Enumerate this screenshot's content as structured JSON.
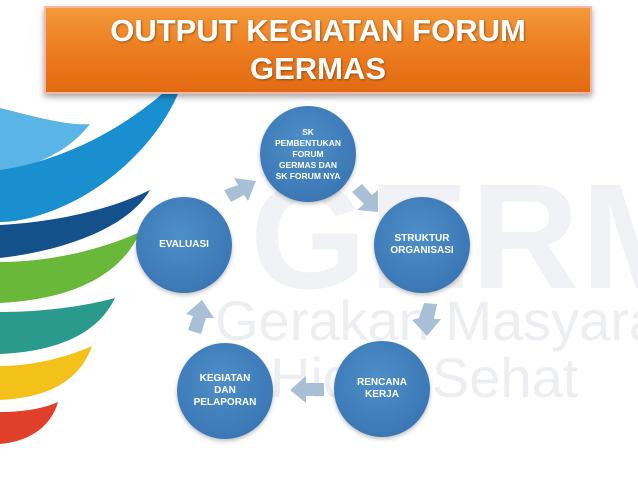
{
  "slide": {
    "title_lines": [
      "OUTPUT KEGIATAN FORUM",
      "GERMAS"
    ],
    "watermark": {
      "big": "GERMA",
      "line1": "Gerakan Masyara",
      "line2": "Hidup Sehat"
    }
  },
  "cycle": {
    "nodes": [
      {
        "id": "sk",
        "label": "SK\nPEMBENTUKAN\nFORUM\nGERMAS DAN\nSK FORUM NYA"
      },
      {
        "id": "struktur",
        "label": "STRUKTUR\nORGANISASI"
      },
      {
        "id": "rencana",
        "label": "RENCANA\nKERJA"
      },
      {
        "id": "kegiatan",
        "label": "KEGIATAN\nDAN\nPELAPORAN"
      },
      {
        "id": "evaluasi",
        "label": "EVALUASI"
      }
    ],
    "direction": "clockwise"
  },
  "colors": {
    "title_fill": "#ec7a1e",
    "node_fill": "#3e7bb8",
    "arrow_fill": "#a8bfd6",
    "swirl_blue": "#1a8fd0",
    "swirl_green": "#6ab83a",
    "swirl_teal": "#2a9a8c",
    "swirl_yellow": "#f2c21a",
    "swirl_red": "#e0402a"
  }
}
